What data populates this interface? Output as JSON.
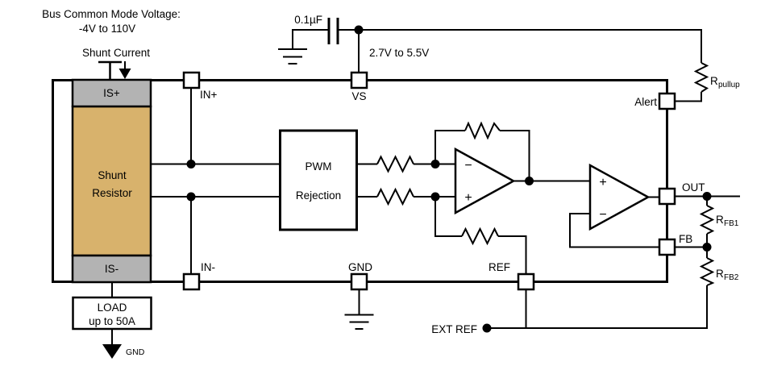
{
  "annotations": {
    "bus_common_mode": {
      "line1": "Bus Common Mode Voltage:",
      "line2": "-4V to 110V"
    },
    "shunt_current": "Shunt Current",
    "capacitor_value": "0.1µF",
    "supply_range": "2.7V to 5.5V",
    "ext_ref": "EXT REF",
    "load_gnd": "GND"
  },
  "pins": {
    "in_plus": "IN+",
    "in_minus": "IN-",
    "vs": "VS",
    "gnd": "GND",
    "ref": "REF",
    "alert": "Alert",
    "out": "OUT",
    "fb": "FB"
  },
  "blocks": {
    "shunt": {
      "top_terminal": "IS+",
      "body_line1": "Shunt",
      "body_line2": "Resistor",
      "bottom_terminal": "IS-"
    },
    "pwm": {
      "line1": "PWM",
      "line2": "Rejection"
    },
    "load": {
      "line1": "LOAD",
      "line2": "up to 50A"
    }
  },
  "resistors": {
    "pullup": {
      "symbol": "R",
      "sub": "pullup"
    },
    "fb1": {
      "symbol": "R",
      "sub": "FB1"
    },
    "fb2": {
      "symbol": "R",
      "sub": "FB2"
    }
  },
  "opamps": {
    "plus": "+",
    "minus": "−"
  },
  "colors": {
    "shunt_body": "#d8b26c",
    "shunt_terminal": "#b3b3b3",
    "line": "#000000",
    "background": "#ffffff"
  }
}
